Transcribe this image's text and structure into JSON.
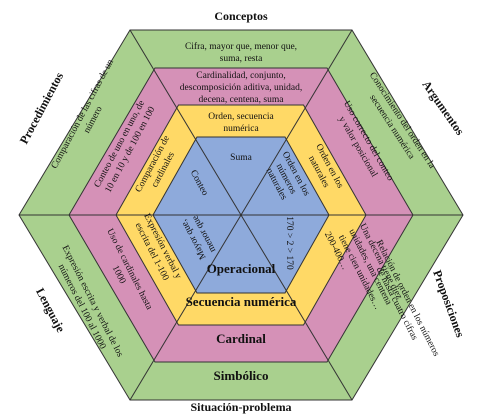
{
  "colors": {
    "outer_ring": "#a9d08e",
    "pink_ring": "#d591b7",
    "yellow_ring": "#ffd966",
    "center": "#8eaadb",
    "stroke": "#333333"
  },
  "outer_labels": {
    "top": "Conceptos",
    "top_right": "Argumentos",
    "bottom_right": "Proposiciones",
    "bottom": "Situación-problema",
    "bottom_left": "Lenguaje",
    "top_left": "Procedimientos"
  },
  "ring_titles": {
    "center": "Operacional",
    "yellow": "Secuencia numérica",
    "pink": "Cardinal",
    "green": "Simbólico"
  },
  "green_ring": {
    "top_line1": "Cifra, mayor que, menor que,",
    "top_line2": "suma, resta",
    "right_upper_line1": "Conocimiento del orden en la",
    "right_upper_line2": "secuencia numérica",
    "right_lower_line1": "Relación de orden en los números",
    "right_lower_line2": "de hasta cuatro cifras",
    "left_upper_line1": "Comparación de las cifras de un",
    "left_upper_line2": "número",
    "left_lower_line1": "Expresión escrita y verbal de los",
    "left_lower_line2": "números del 100 al 1000"
  },
  "pink_ring": {
    "top_line1": "Cardinalidad, conjunto,",
    "top_line2": "descomposición aditiva, unidad,",
    "top_line3": "decena, centena, suma",
    "right_upper_line1": "Uso correcto del conteo",
    "right_upper_line2": "y valor posicional",
    "right_lower_line1": "Una decena tiene diez",
    "right_lower_line2": "unidades, una centena",
    "right_lower_line3": "tiene cien unidades…",
    "left_upper_line1": "Conteo de uno en uno, de",
    "left_upper_line2": "10 en 10 y de 100 en 100",
    "left_lower_line1": "Uso de cardinales hasta",
    "left_lower_line2": "1000"
  },
  "yellow_ring": {
    "top_line1": "Orden, secuencia",
    "top_line2": "numérica",
    "right_upper_line1": "Orden en los",
    "right_upper_line2": "naturales",
    "right_lower": "200-400…",
    "left_upper_line1": "Comparación de",
    "left_upper_line2": "cardinales",
    "left_lower_line1": "Expresión verbal y",
    "left_lower_line2": "escrita del 1-100"
  },
  "center": {
    "top": "Suma",
    "upper_right_line1": "Orden en los",
    "upper_right_line2": "números",
    "upper_right_line3": "naturales",
    "lower_right": "170 > 2 > 170",
    "lower_left_line1": "Mayor que,",
    "lower_left_line2": "menor que",
    "upper_left": "Conteo"
  }
}
